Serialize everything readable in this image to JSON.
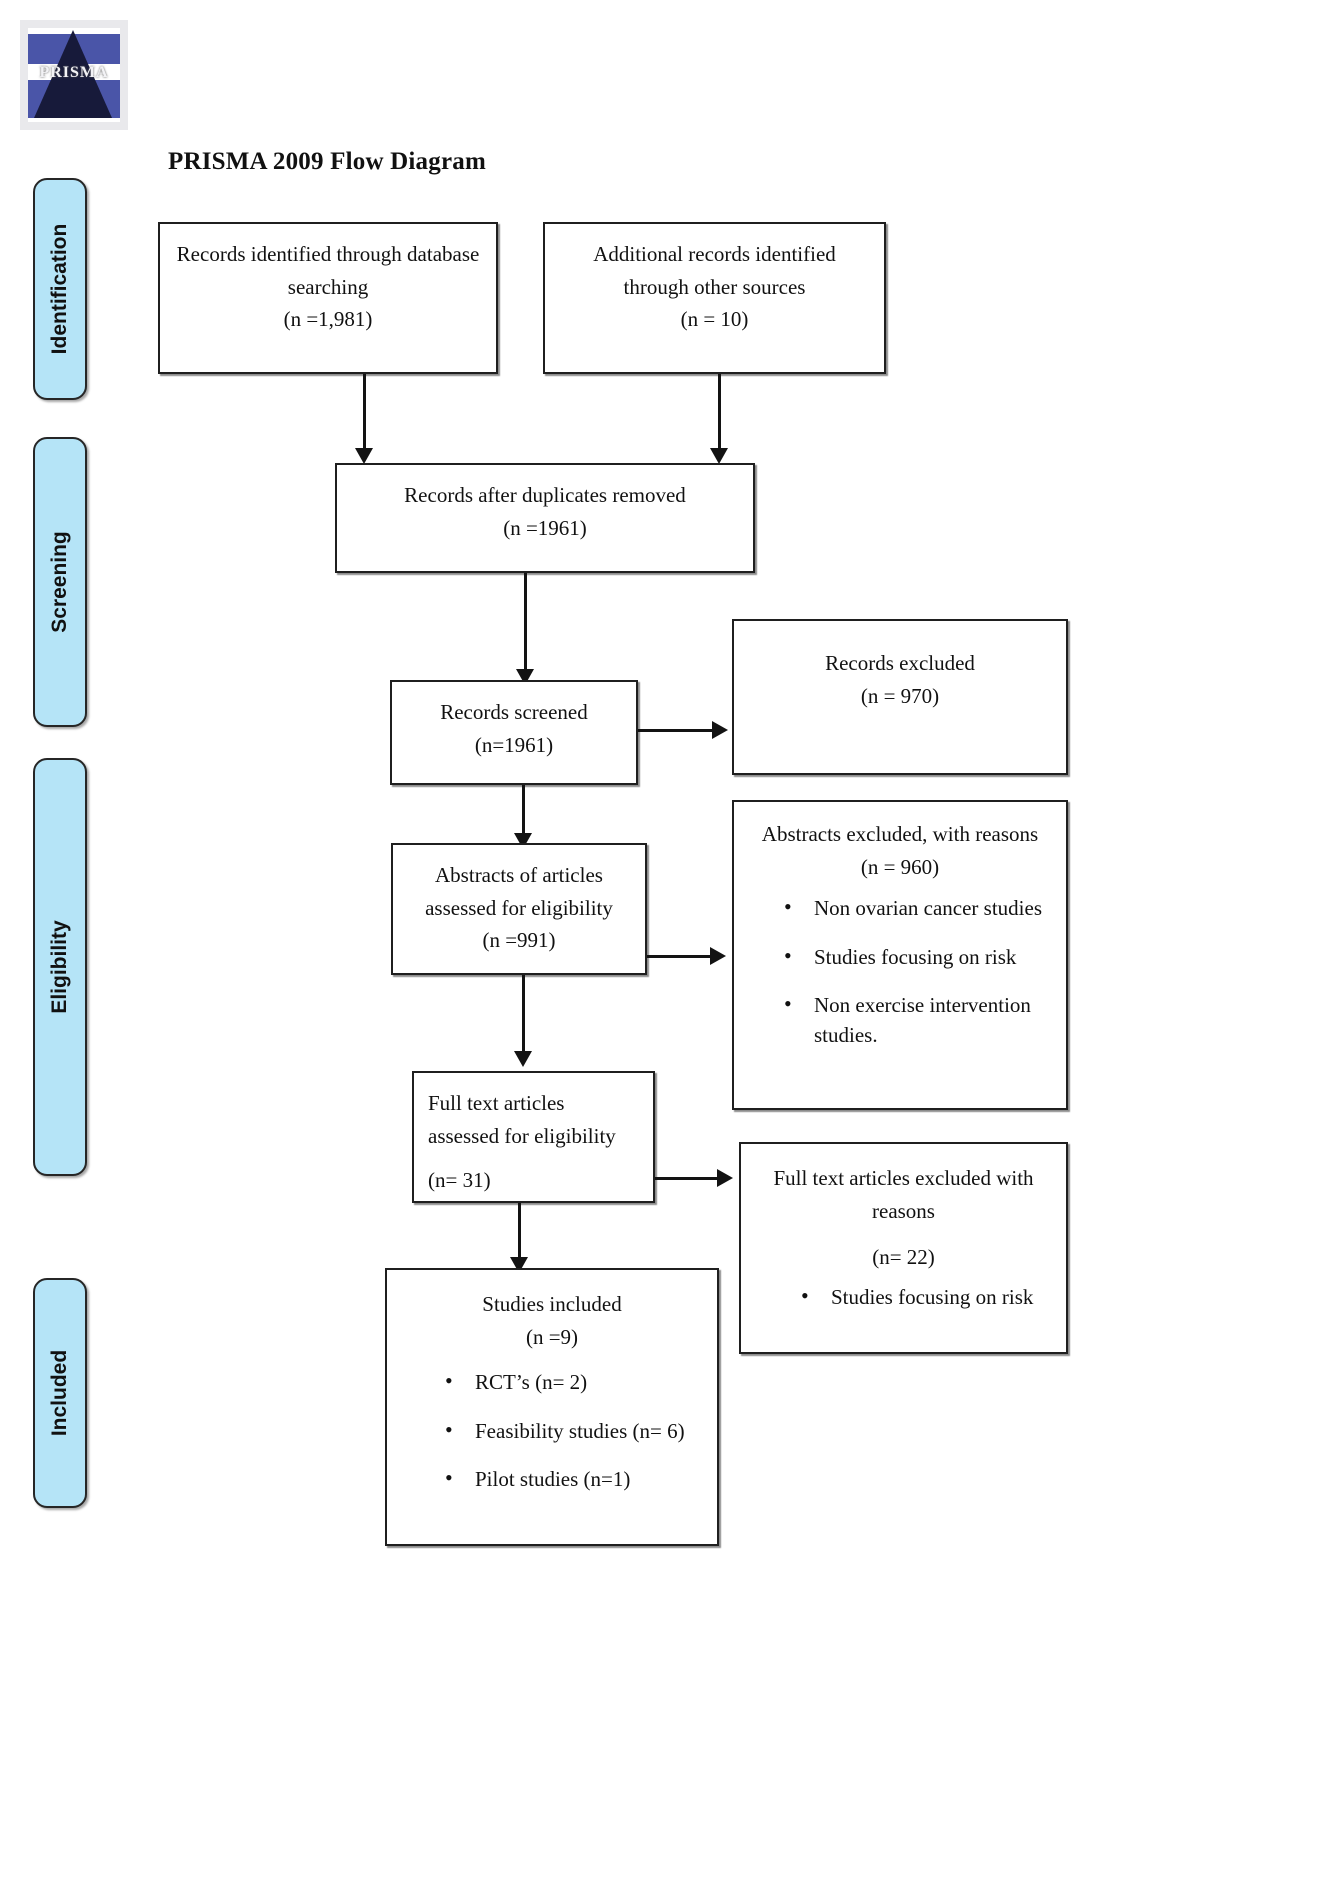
{
  "logo": {
    "word": "PRISMA",
    "alt": "prisma-logo"
  },
  "title": "PRISMA 2009 Flow Diagram",
  "stages": [
    {
      "label": "Identification"
    },
    {
      "label": "Screening"
    },
    {
      "label": "Eligibility"
    },
    {
      "label": "Included"
    }
  ],
  "boxes": {
    "records_identified": {
      "lines": [
        "Records identified through database",
        "searching",
        "(n =1,981)"
      ]
    },
    "additional_records": {
      "lines": [
        "Additional records identified",
        "through other sources",
        "(n = 10)"
      ]
    },
    "after_duplicates": {
      "lines": [
        "Records after duplicates removed",
        "(n =1961)"
      ]
    },
    "records_screened": {
      "lines": [
        "Records screened",
        "(n=1961)"
      ]
    },
    "records_excluded": {
      "lines": [
        "Records excluded",
        "(n = 970)"
      ]
    },
    "abstracts_assessed": {
      "lines": [
        "Abstracts of articles",
        "assessed for eligibility",
        "(n =991)"
      ]
    },
    "abstracts_excluded": {
      "lines": [
        "Abstracts excluded, with reasons",
        "(n = 960)"
      ],
      "bullets": [
        "Non ovarian cancer studies",
        "Studies focusing on risk",
        "Non exercise intervention studies."
      ]
    },
    "fulltext_assessed": {
      "lines": [
        "Full text articles",
        "assessed for eligibility",
        "",
        "(n= 31)"
      ]
    },
    "fulltext_excluded": {
      "lines": [
        "Full text articles excluded with",
        "reasons",
        "(n= 22)"
      ],
      "bullets": [
        "Studies focusing on risk"
      ]
    },
    "studies_included": {
      "lines": [
        "Studies included",
        "(n =9)"
      ],
      "bullets": [
        "RCT’s (n= 2)",
        "Feasibility studies (n= 6)",
        "Pilot studies (n=1)"
      ]
    }
  },
  "colors": {
    "stage_fill": "#b5e4f7",
    "stage_border": "#262626",
    "box_border": "#1f1f1f",
    "connector": "#131313",
    "logo_blue": "#4a55a8",
    "logo_dark": "#171a3a"
  }
}
